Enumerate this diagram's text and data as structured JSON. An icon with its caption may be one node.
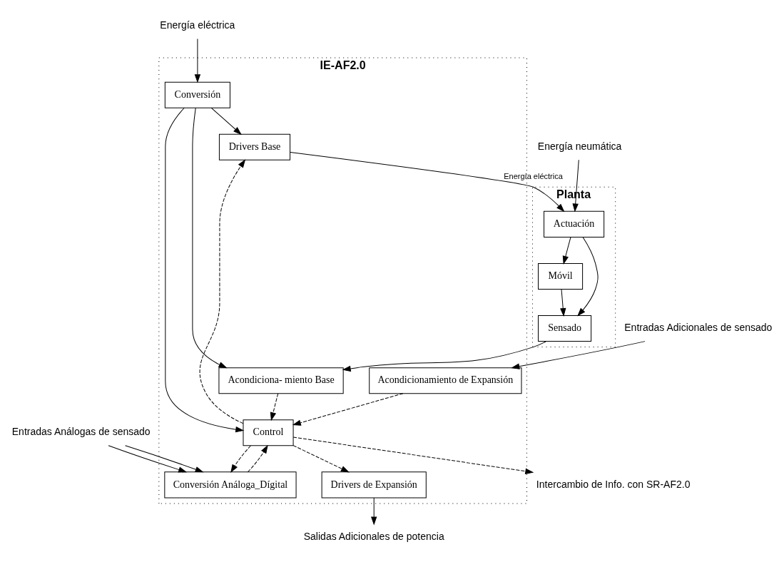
{
  "diagram": {
    "nodes": [
      {
        "text": [
          "IE-AF2.0"
        ]
      },
      {
        "text": [
          "Conversión"
        ],
        "in": 0
      },
      {
        "text": [
          "Drivers Base"
        ],
        "in": 0
      },
      {
        "text": [
          "Control"
        ],
        "in": 0
      },
      {
        "text": [
          "Acondiciona- miento Base"
        ],
        "in": 0
      },
      {
        "text": [
          "Conversión Análoga_Dígital"
        ],
        "in": 0
      },
      {
        "text": [
          "Drivers de Expansión"
        ],
        "in": 0
      },
      {
        "text": [
          "Acondicionamiento de Expansión"
        ],
        "in": 0
      },
      {
        "text": [
          "Planta"
        ]
      },
      {
        "text": [
          "Actuación"
        ],
        "in": 8
      },
      {
        "text": [
          "Móvil"
        ],
        "in": 8
      },
      {
        "text": [
          "Sensado"
        ],
        "in": 8
      },
      {
        "text": [
          "Energía eléctrica"
        ]
      },
      {
        "text": [
          "Energía neumática"
        ]
      },
      {
        "text": [
          "Entradas Análogas de sensado"
        ]
      },
      {
        "text": [
          "Salidas Adicionales de potencia"
        ]
      },
      {
        "text": [
          "Entradas Adicionales de sensado"
        ]
      },
      {
        "text": [
          "Intercambio de Info. con SR-AF2.0"
        ]
      }
    ],
    "edges": [
      {
        "from": 12,
        "to": 1,
        "arrow": "to"
      },
      {
        "from": 1,
        "to": 2,
        "arrow": "to"
      },
      {
        "from": 1,
        "to": 3,
        "arrow": "to"
      },
      {
        "from": 1,
        "to": 4,
        "arrow": "to"
      },
      {
        "from": 3,
        "to": 2,
        "arrow": "to",
        "style": "dashed"
      },
      {
        "from": 4,
        "to": 3,
        "arrow": "to",
        "style": "dashed"
      },
      {
        "from": 2,
        "to": 9,
        "arrow": "to",
        "label": "Energía eléctrica"
      },
      {
        "from": 13,
        "to": 9,
        "arrow": "to"
      },
      {
        "from": 9,
        "to": 10,
        "arrow": "to"
      },
      {
        "from": 9,
        "to": 11,
        "arrow": "to"
      },
      {
        "from": 10,
        "to": 11,
        "arrow": "to"
      },
      {
        "from": 11,
        "to": 4,
        "arrow": "to"
      },
      {
        "from": 3,
        "to": 5,
        "arrow": "to",
        "style": "dashed"
      },
      {
        "from": 5,
        "to": 3,
        "arrow": "to",
        "style": "dashed"
      },
      {
        "from": 3,
        "to": 6,
        "arrow": "to",
        "style": "dashed"
      },
      {
        "from": 7,
        "to": 3,
        "arrow": "to",
        "style": "dashed"
      },
      {
        "from": 14,
        "to": 5,
        "arrow": "to"
      },
      {
        "from": 14,
        "to": 5,
        "arrow": "to"
      },
      {
        "from": 6,
        "to": 15,
        "arrow": "to"
      },
      {
        "from": 16,
        "to": 7,
        "arrow": "to"
      },
      {
        "from": 3,
        "to": 17,
        "arrow": "to",
        "style": "dashed"
      }
    ]
  }
}
